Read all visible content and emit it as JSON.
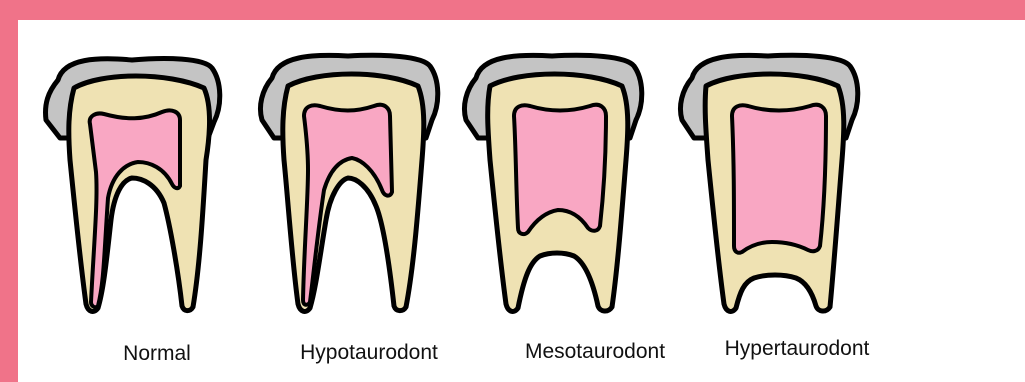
{
  "labels": {
    "normal": "Normal",
    "hypotaurodont": "Hypotaurodont",
    "mesotaurodont": "Mesotaurodont",
    "hypertaurodont": "Hypertaurodont"
  },
  "colors": {
    "background": "#f07389",
    "panel": "#ffffff",
    "enamel": "#c4c4c4",
    "dentin": "#efe2b3",
    "pulp": "#f9a7c3",
    "outline": "#000000"
  }
}
